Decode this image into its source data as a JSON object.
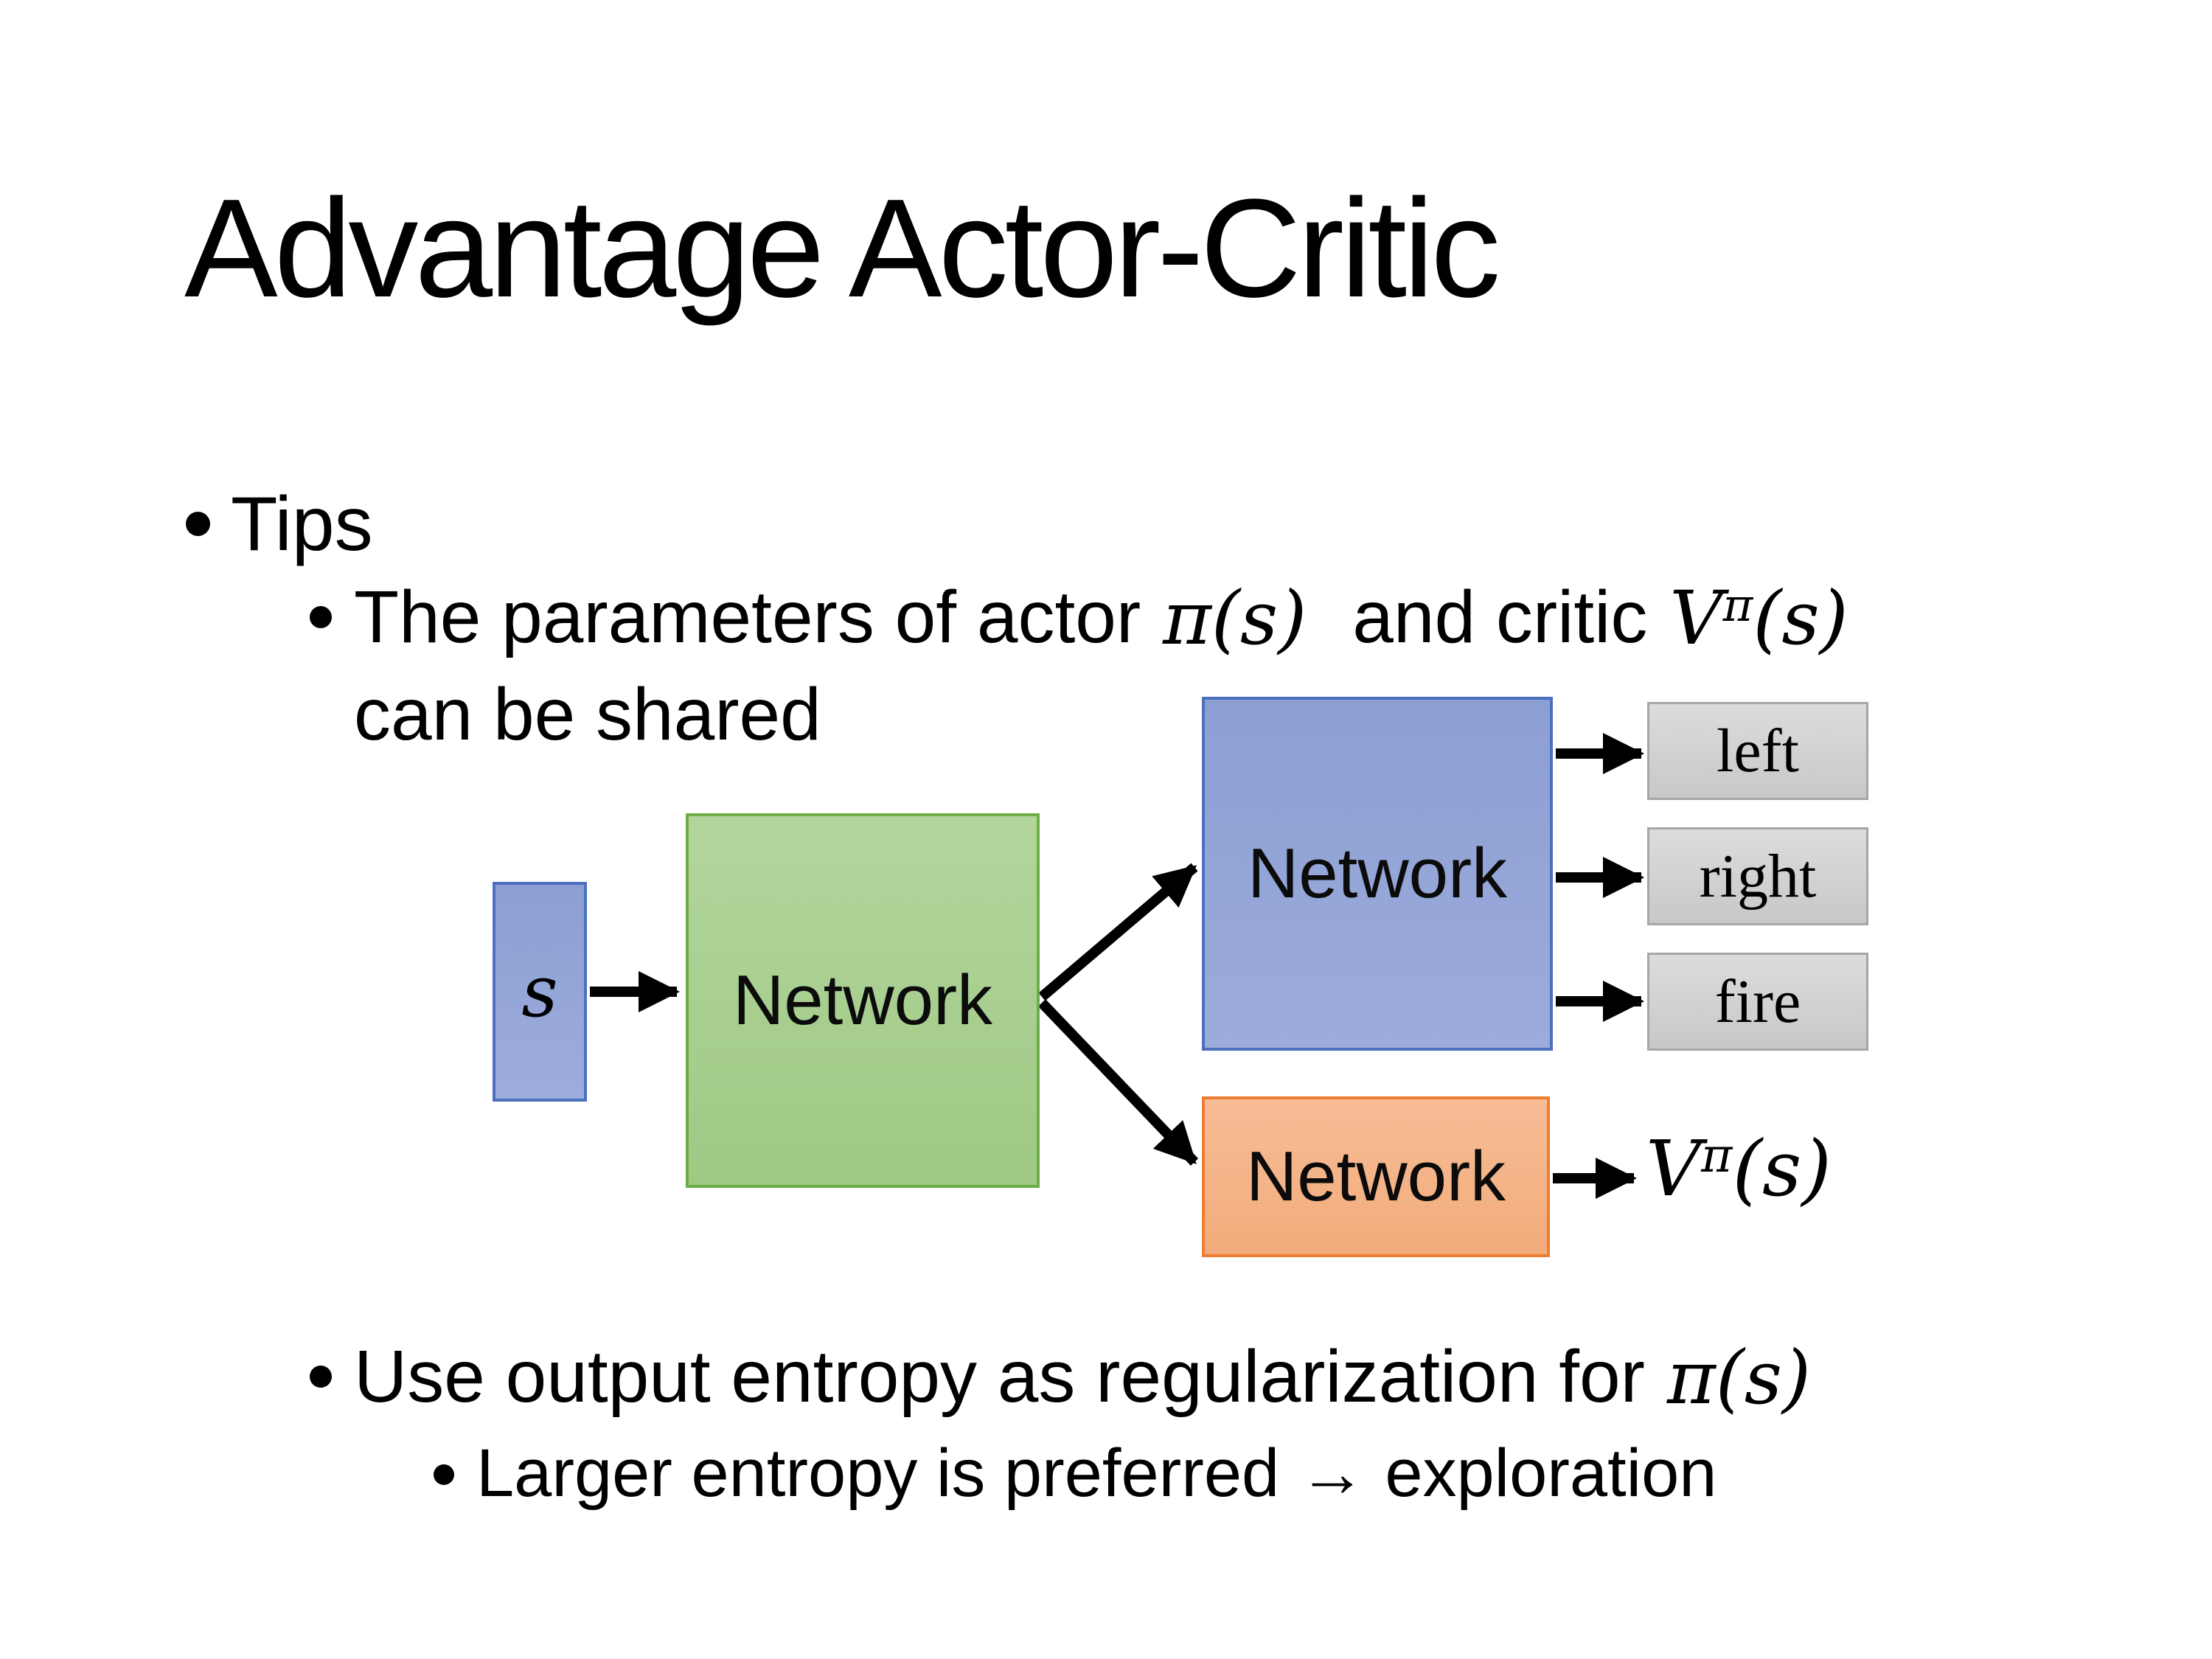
{
  "slide": {
    "title": "Advantage Actor-Critic",
    "bullet_tips": {
      "label": "Tips"
    },
    "bullet_parameters": {
      "run1": "The parameters of actor",
      "math_actor": "π(s)",
      "run2": "and critic",
      "math_critic": {
        "base": "V",
        "sup": "π",
        "args": "(s)"
      },
      "line2": "can be shared"
    },
    "bullet_entropy": {
      "run1": "Use output entropy as regularization for",
      "math_actor": "π(s)"
    },
    "bullet_exploration": {
      "text": "Larger entropy is preferred → exploration"
    }
  },
  "diagram": {
    "input_box": {
      "label": "s"
    },
    "shared_network": {
      "label": "Network"
    },
    "actor_network": {
      "label": "Network"
    },
    "critic_network": {
      "label": "Network"
    },
    "action_outputs": [
      "left",
      "right",
      "fire"
    ],
    "critic_output": {
      "base": "V",
      "sup": "π",
      "args": "(s)"
    },
    "colors": {
      "input_fill": "#8FA2D6",
      "input_border": "#4C70BE",
      "shared_fill": "#A8CF8E",
      "shared_border": "#6EAD46",
      "actor_fill": "#8FA2D6",
      "actor_border": "#4C70BE",
      "critic_fill": "#F5B488",
      "critic_border": "#EC7D31",
      "action_fill": "#D2D2D2",
      "action_border": "#A6A6A6",
      "arrow": "#000000"
    }
  }
}
